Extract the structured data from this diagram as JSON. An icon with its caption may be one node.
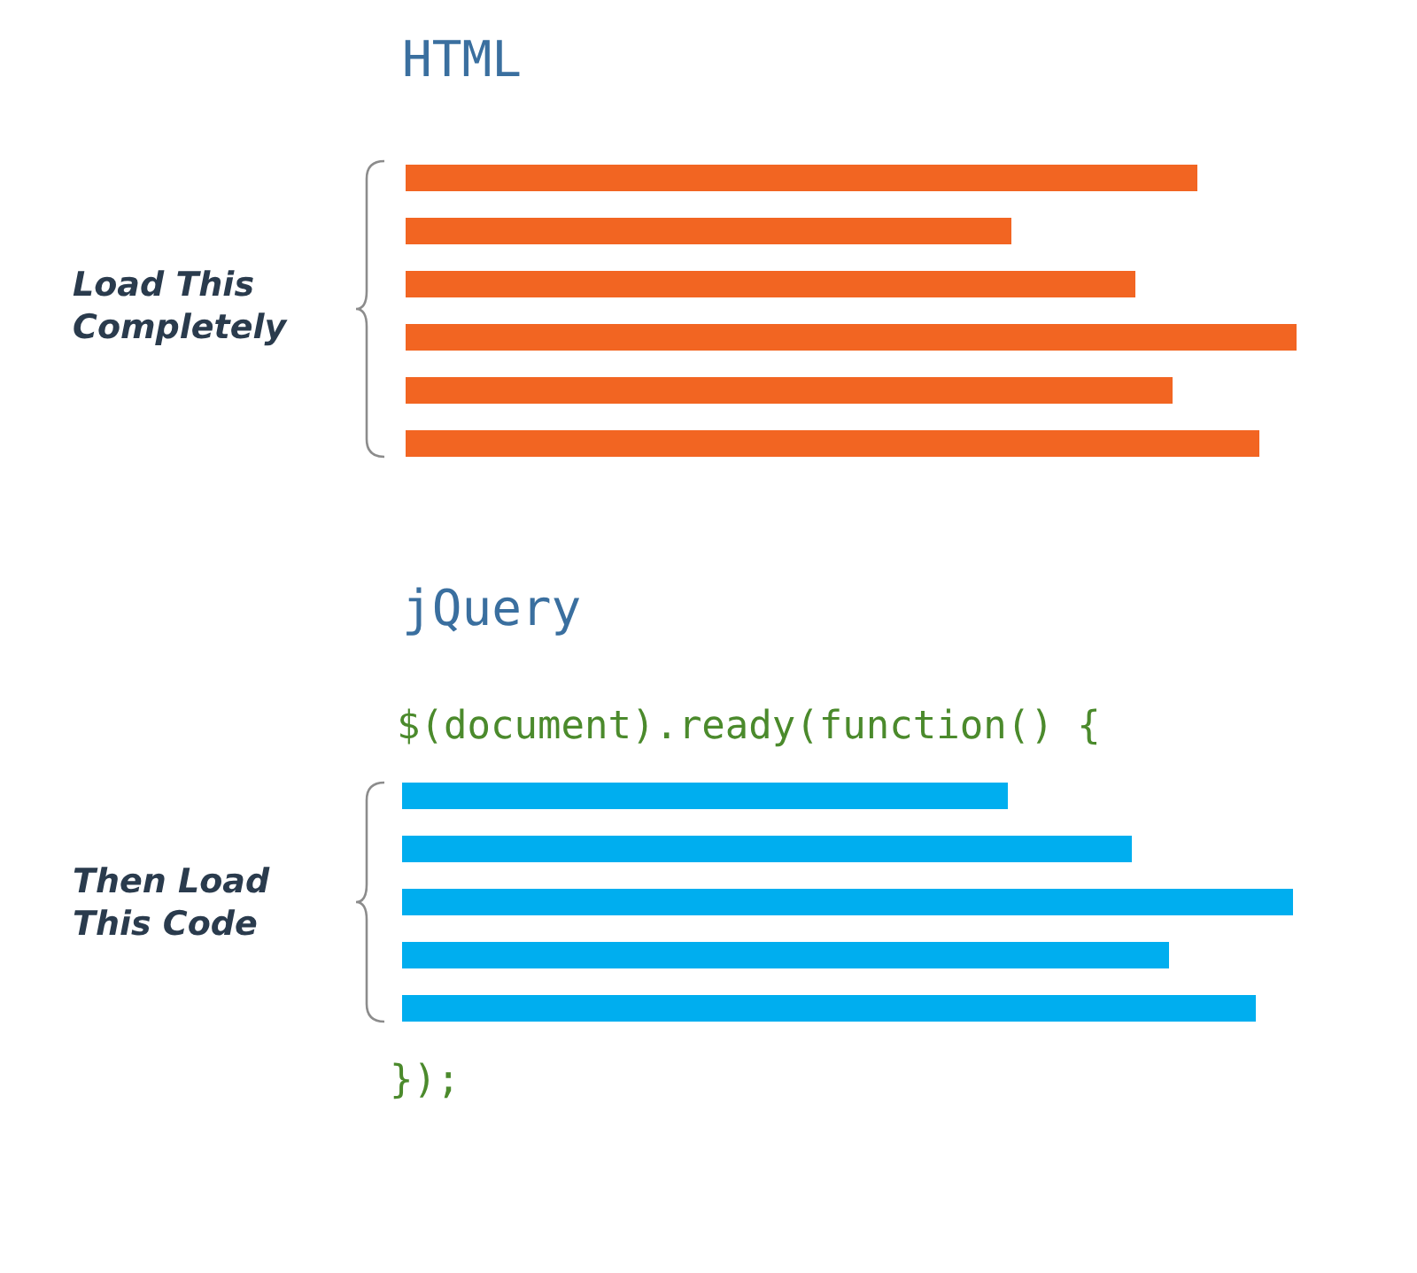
{
  "diagram": {
    "nodes": [
      {
        "text": [],
        "shape": "bar"
      },
      {
        "text": [],
        "shape": "bar"
      },
      {
        "text": [],
        "shape": "bar"
      },
      {
        "text": [],
        "shape": "bar"
      },
      {
        "text": [],
        "shape": "bar"
      },
      {
        "text": [],
        "shape": "bar"
      },
      {
        "text": [],
        "shape": "bar"
      },
      {
        "text": [],
        "shape": "bar"
      },
      {
        "text": [],
        "shape": "bar"
      },
      {
        "text": [],
        "shape": "bar"
      },
      {
        "text": [],
        "shape": "bar"
      }
    ],
    "edges": [],
    "labels": [
      "HTML",
      "Load This Completely",
      "jQuery",
      "$(document).ready(function() {",
      "Then Load This Code",
      "});"
    ]
  }
}
